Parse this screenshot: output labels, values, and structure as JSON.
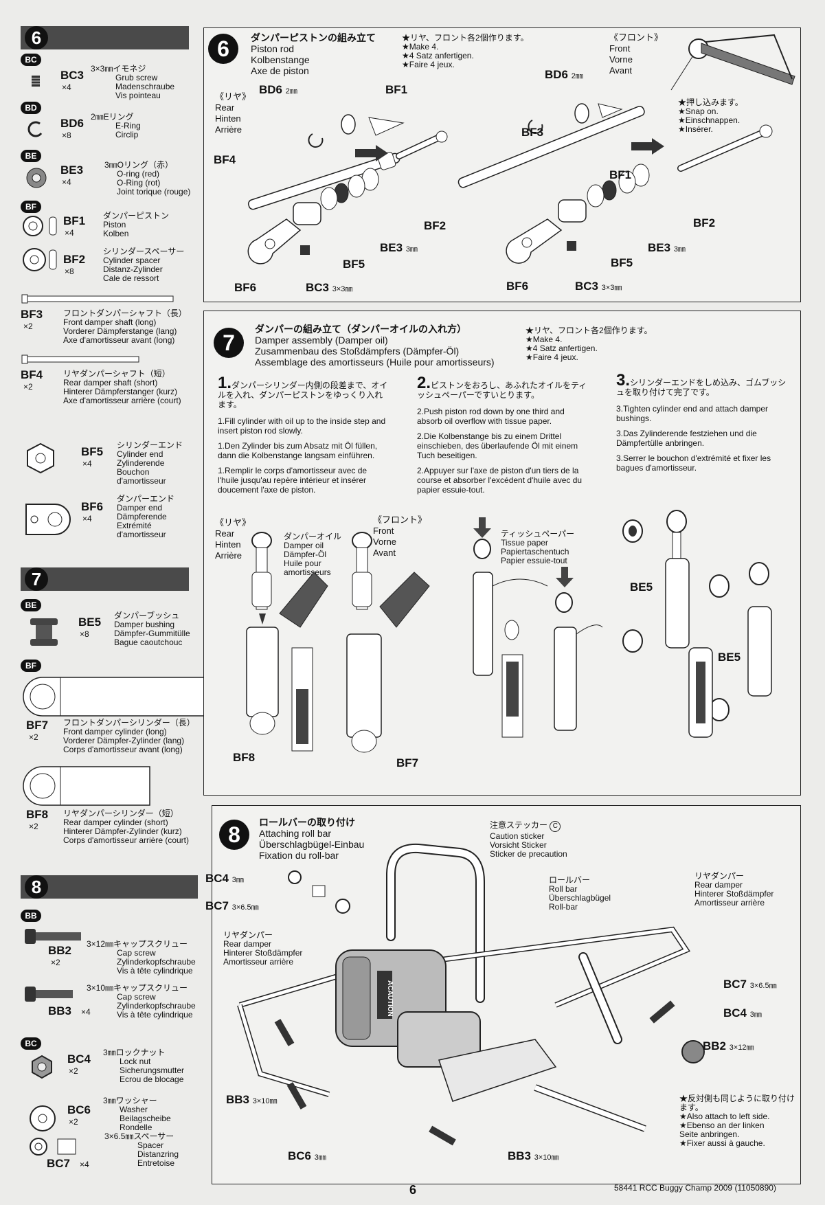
{
  "sidebar": {
    "step6": {
      "number": "6",
      "groups": [
        {
          "badge": "BC",
          "code": "BC3",
          "qty": "×4",
          "desc": [
            "3×3㎜イモネジ",
            "Grub screw",
            "Madenschraube",
            "Vis pointeau"
          ]
        },
        {
          "badge": "BD",
          "code": "BD6",
          "qty": "×8",
          "desc": [
            "2㎜Eリング",
            "E-Ring",
            "Circlip"
          ]
        },
        {
          "badge": "BE",
          "code": "BE3",
          "qty": "×4",
          "desc": [
            "3㎜Oリング（赤）",
            "O-ring (red)",
            "O-Ring (rot)",
            "Joint torique (rouge)"
          ]
        },
        {
          "badge": "BF",
          "code": "BF1",
          "qty": "×4",
          "desc": [
            "ダンパーピストン",
            "Piston",
            "Kolben"
          ]
        },
        {
          "badge": "",
          "code": "BF2",
          "qty": "×8",
          "desc": [
            "シリンダースペーサー",
            "Cylinder spacer",
            "Distanz-Zylinder",
            "Cale de ressort"
          ]
        },
        {
          "badge": "",
          "code": "BF3",
          "qty": "×2",
          "desc": [
            "フロントダンパーシャフト（長）",
            "Front damper shaft (long)",
            "Vorderer Dämpferstange (lang)",
            "Axe d'amortisseur avant (long)"
          ]
        },
        {
          "badge": "",
          "code": "BF4",
          "qty": "×2",
          "desc": [
            "リヤダンパーシャフト（短）",
            "Rear damper shaft (short)",
            "Hinterer Dämpferstanger (kurz)",
            "Axe d'amortisseur arrière (court)"
          ]
        },
        {
          "badge": "",
          "code": "BF5",
          "qty": "×4",
          "desc": [
            "シリンダーエンド",
            "Cylinder end",
            "Zylinderende",
            "Bouchon",
            "d'amortisseur"
          ]
        },
        {
          "badge": "",
          "code": "BF6",
          "qty": "×4",
          "desc": [
            "ダンパーエンド",
            "Damper end",
            "Dämpferende",
            "Extrémité",
            "d'amortisseur"
          ]
        }
      ]
    },
    "step7": {
      "number": "7",
      "groups": [
        {
          "badge": "BE",
          "code": "BE5",
          "qty": "×8",
          "desc": [
            "ダンパーブッシュ",
            "Damper bushing",
            "Dämpfer-Gummitülle",
            "Bague caoutchouc"
          ]
        },
        {
          "badge": "BF",
          "code": "BF7",
          "qty": "×2",
          "desc": [
            "フロントダンパーシリンダー（長）",
            "Front damper cylinder (long)",
            "Vorderer Dämpfer-Zylinder (lang)",
            "Corps d'amortisseur avant (long)"
          ]
        },
        {
          "badge": "",
          "code": "BF8",
          "qty": "×2",
          "desc": [
            "リヤダンパーシリンダー（短）",
            "Rear damper cylinder (short)",
            "Hinterer Dämpfer-Zylinder (kurz)",
            "Corps d'amortisseur arrière (court)"
          ]
        }
      ]
    },
    "step8": {
      "number": "8",
      "groups": [
        {
          "badge": "BB",
          "code": "BB2",
          "qty": "×2",
          "desc": [
            "3×12㎜キャップスクリュー",
            "Cap screw",
            "Zylinderkopfschraube",
            "Vis à tête cylindrique"
          ]
        },
        {
          "badge": "",
          "code": "BB3",
          "qty": "×4",
          "desc": [
            "3×10㎜キャップスクリュー",
            "Cap screw",
            "Zylinderkopfschraube",
            "Vis à tête cylindrique"
          ]
        },
        {
          "badge": "BC",
          "code": "BC4",
          "qty": "×2",
          "desc": [
            "3㎜ロックナット",
            "Lock nut",
            "Sicherungsmutter",
            "Ecrou de blocage"
          ]
        },
        {
          "badge": "",
          "code": "BC6",
          "qty": "×2",
          "desc": [
            "3㎜ワッシャー",
            "Washer",
            "Beilagscheibe",
            "Rondelle"
          ]
        },
        {
          "badge": "",
          "code": "BC7",
          "qty": "×4",
          "desc": [
            "3×6.5㎜スペーサー",
            "Spacer",
            "Distanzring",
            "Entretoise"
          ]
        }
      ]
    }
  },
  "step6": {
    "number": "6",
    "title": [
      "ダンパーピストンの組み立て",
      "Piston rod",
      "Kolbenstange",
      "Axe de piston"
    ],
    "note": [
      "★リヤ、フロント各2個作ります。",
      "★Make 4.",
      "★4 Satz anfertigen.",
      "★Faire 4 jeux."
    ],
    "rear": [
      "《リヤ》",
      "Rear",
      "Hinten",
      "Arrière"
    ],
    "front": [
      "《フロント》",
      "Front",
      "Vorne",
      "Avant"
    ],
    "snap": [
      "★押し込みます。",
      "★Snap on.",
      "★Einschnappen.",
      "★Insérer."
    ],
    "labels": {
      "bd6_rear": "BD6",
      "bd6_size": "2㎜",
      "bf1_rear": "BF1",
      "bf4": "BF4",
      "bf2_rear": "BF2",
      "be3_rear": "BE3",
      "be3_size": "3㎜",
      "bf5_rear": "BF5",
      "bf6_rear": "BF6",
      "bc3_rear": "BC3",
      "bc3_size": "3×3㎜",
      "bd6_front": "BD6",
      "bf3": "BF3",
      "bf1_front": "BF1",
      "bf2_front": "BF2",
      "be3_front": "BE3",
      "bf5_front": "BF5",
      "bf6_front": "BF6",
      "bc3_front": "BC3"
    }
  },
  "step7": {
    "number": "7",
    "title": [
      "ダンパーの組み立て（ダンパーオイルの入れ方）",
      "Damper assembly (Damper oil)",
      "Zusammenbau des Stoßdämpfers (Dämpfer-Öl)",
      "Assemblage des amortisseurs (Huile pour amortisseurs)"
    ],
    "note": [
      "★リヤ、フロント各2個作ります。",
      "★Make 4.",
      "★4 Satz anfertigen.",
      "★Faire 4 jeux."
    ],
    "sub1": {
      "num": "1.",
      "jp": "ダンパーシリンダー内側の段差まで、オイルを入れ、ダンパーピストンをゆっくり入れます。",
      "en": "1.Fill cylinder with oil up to the inside step and insert piston rod slowly.",
      "de": "1.Den Zylinder bis zum Absatz mit Öl füllen, dann die Kolbenstange langsam einführen.",
      "fr": "1.Remplir le corps d'amortisseur avec de l'huile jusqu'au repère intérieur et insérer doucement l'axe de piston."
    },
    "sub2": {
      "num": "2.",
      "jp": "ピストンをおろし、あふれたオイルをティッシュペーパーですいとります。",
      "en": "2.Push piston rod down by one third and absorb oil overflow with tissue paper.",
      "de": "2.Die Kolbenstange bis zu einem Drittel einschieben, des überlaufende Öl mit einem Tuch beseitigen.",
      "fr": "2.Appuyer sur l'axe de piston d'un tiers de la course et absorber l'excédent d'huile avec du papier essuie-tout."
    },
    "sub3": {
      "num": "3.",
      "jp": "シリンダーエンドをしめ込み、ゴムブッシュを取り付けて完了です。",
      "en": "3.Tighten cylinder end and attach damper bushings.",
      "de": "3.Das Zylinderende festziehen und die Dämpfertülle anbringen.",
      "fr": "3.Serrer le bouchon d'extrémité et fixer les bagues d'amortisseur."
    },
    "rear": [
      "《リヤ》",
      "Rear",
      "Hinten",
      "Arrière"
    ],
    "front": [
      "《フロント》",
      "Front",
      "Vorne",
      "Avant"
    ],
    "oil": [
      "ダンパーオイル",
      "Damper oil",
      "Dämpfer-Öl",
      "Huile pour",
      "amortisseurs"
    ],
    "tissue": [
      "ティッシュペーパー",
      "Tissue paper",
      "Papiertaschentuch",
      "Papier essuie-tout"
    ],
    "labels": {
      "bf8": "BF8",
      "bf7": "BF7",
      "be5a": "BE5",
      "be5b": "BE5"
    }
  },
  "step8": {
    "number": "8",
    "title": [
      "ロールバーの取り付け",
      "Attaching roll bar",
      "Überschlagbügel-Einbau",
      "Fixation du roll-bar"
    ],
    "caution": [
      "注意ステッカー",
      "Caution sticker",
      "Vorsicht Sticker",
      "Sticker de precaution"
    ],
    "caution_mark": "C",
    "rollbar": [
      "ロールバー",
      "Roll bar",
      "Überschlagbügel",
      "Roll-bar"
    ],
    "rear_damper_left": [
      "リヤダンパー",
      "Rear damper",
      "Hinterer Stoßdämpfer",
      "Amortisseur arrière"
    ],
    "rear_damper_right": [
      "リヤダンパー",
      "Rear damper",
      "Hinterer Stoßdämpfer",
      "Amortisseur arrière"
    ],
    "other_side": [
      "★反対側も同じように取り付けます。",
      "★Also attach to left side.",
      "★Ebenso an der linken",
      "Seite anbringen.",
      "★Fixer aussi à gauche."
    ],
    "sticker_text": "ACAUTION",
    "labels": {
      "bc4_l": "BC4",
      "bc4_l_size": "3㎜",
      "bc7_l": "BC7",
      "bc7_l_size": "3×6.5㎜",
      "bb3_l": "BB3",
      "bb3_size": "3×10㎜",
      "bc6": "BC6",
      "bc6_size": "3㎜",
      "bb3_b": "BB3",
      "bc7_r": "BC7",
      "bc4_r": "BC4",
      "bb2": "BB2",
      "bb2_size": "3×12㎜"
    }
  },
  "footer": {
    "page": "6",
    "code": "58441 RCC Buggy Champ 2009 (11050890)"
  }
}
